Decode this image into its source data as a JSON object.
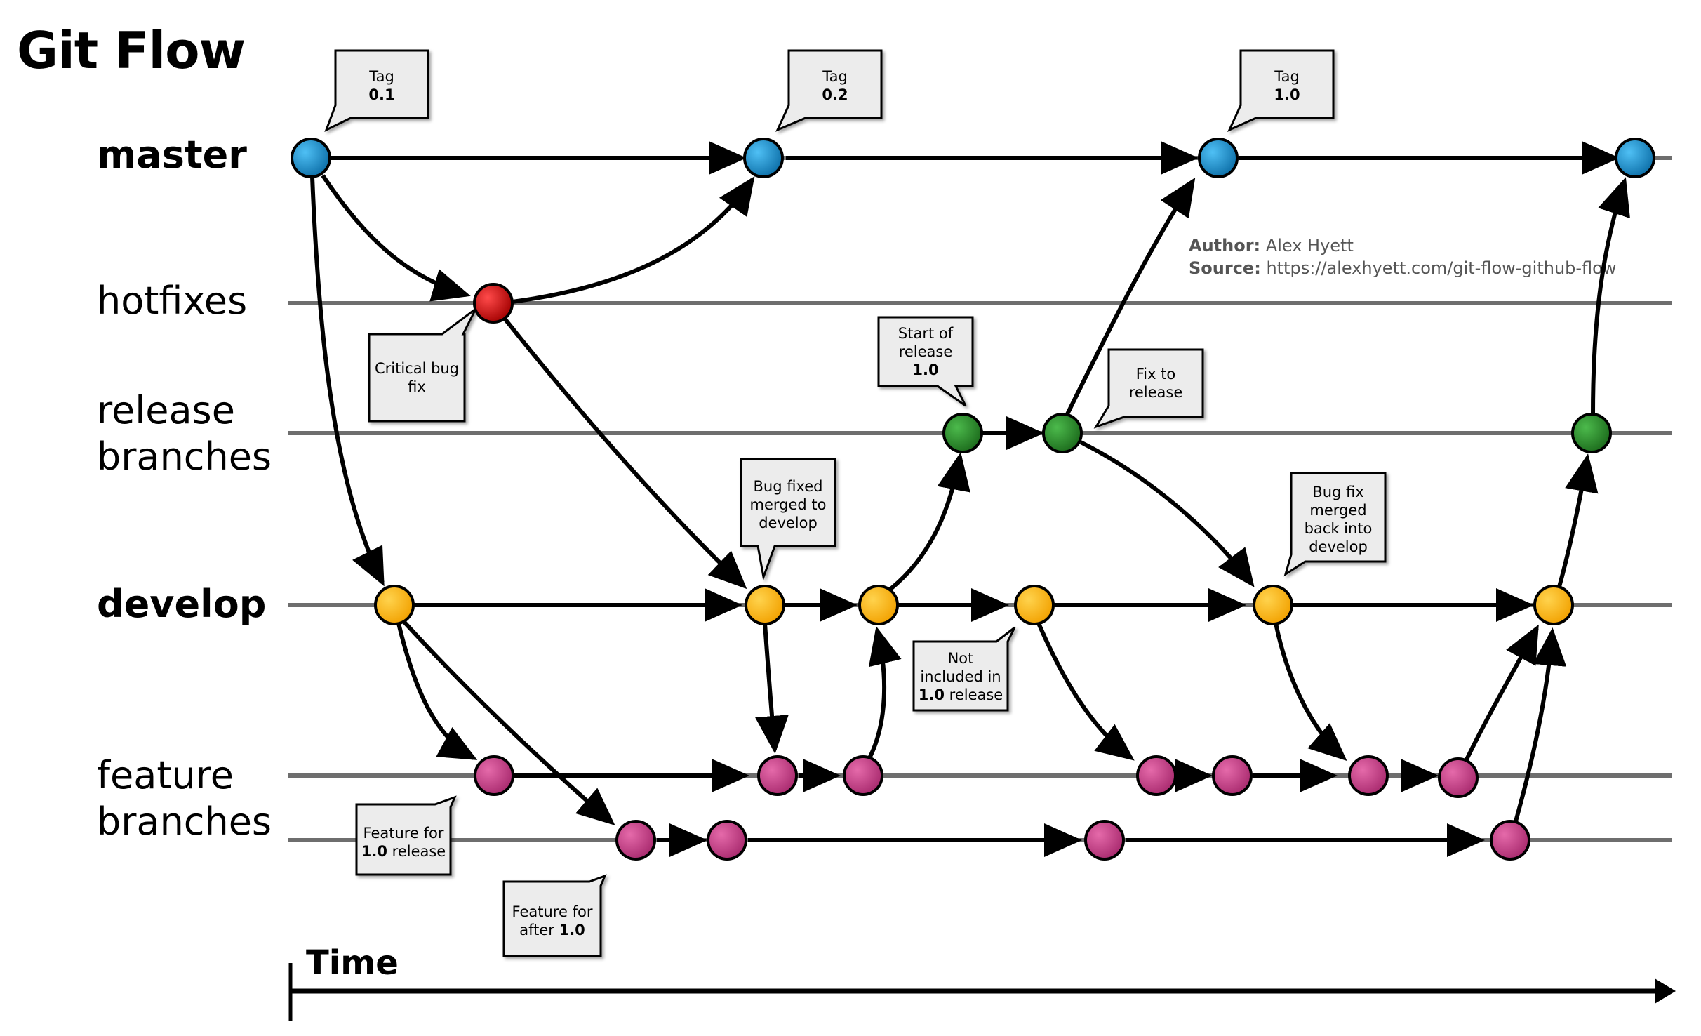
{
  "title": "Git Flow",
  "lanes": {
    "master": "master",
    "hotfixes": "hotfixes",
    "release_1": "release",
    "release_2": "branches",
    "develop": "develop",
    "feature_1": "feature",
    "feature_2": "branches"
  },
  "credit": {
    "author_label": "Author:",
    "author_value": "Alex Hyett",
    "source_label": "Source:",
    "source_value": "https://alexhyett.com/git-flow-github-flow"
  },
  "time_label": "Time",
  "callouts": {
    "tag_01": {
      "line1": "Tag",
      "line2": "0.1"
    },
    "tag_02": {
      "line1": "Tag",
      "line2": "0.2"
    },
    "tag_10": {
      "line1": "Tag",
      "line2": "1.0"
    },
    "critical_bug": {
      "line1": "Critical bug",
      "line2": "fix"
    },
    "start_release": {
      "line1": "Start of",
      "line2": "release",
      "line3": "1.0"
    },
    "fix_release": {
      "line1": "Fix to",
      "line2": "release"
    },
    "bug_fixed": {
      "line1": "Bug fixed",
      "line2": "merged to",
      "line3": "develop"
    },
    "bug_fix_merged": {
      "line1": "Bug fix",
      "line2": "merged",
      "line3": "back into",
      "line4": "develop"
    },
    "not_included": {
      "line1": "Not",
      "line2": "included in",
      "line3_bold": "1.0",
      "line3_rest": " release"
    },
    "feature_10": {
      "line1": "Feature for",
      "line2_bold": "1.0",
      "line2_rest": " release"
    },
    "feature_after": {
      "line1": "Feature for",
      "line2_rest": "after ",
      "line2_bold": "1.0"
    }
  },
  "colors": {
    "master": "#1b8fd1",
    "hotfix": "#d60000",
    "release": "#2a8a2a",
    "develop": "#ffb300",
    "feature": "#cc3d8a",
    "lane_line": "#6e6e6e"
  }
}
